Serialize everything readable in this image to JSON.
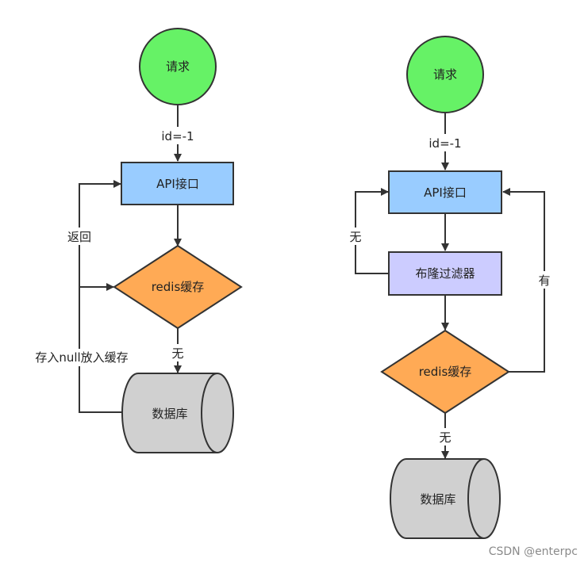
{
  "left_flow": {
    "request_label": "请求",
    "param_label": "id=-1",
    "api_label": "API接口",
    "redis_label": "redis缓存",
    "no_label": "无",
    "db_label": "数据库",
    "return_label": "返回",
    "store_null_label": "存入null放入缓存"
  },
  "right_flow": {
    "request_label": "请求",
    "param_label": "id=-1",
    "api_label": "API接口",
    "bloom_label": "布隆过滤器",
    "bloom_no_label": "无",
    "redis_label": "redis缓存",
    "redis_yes_label": "有",
    "no_label": "无",
    "db_label": "数据库"
  },
  "watermark": "CSDN @enterpc",
  "colors": {
    "start_node": "#66F266",
    "api_node": "#99CCFF",
    "bloom_node": "#CCCCFF",
    "decision_node": "#FFAA55",
    "database_node": "#D0D0D0",
    "edge": "#333333"
  }
}
